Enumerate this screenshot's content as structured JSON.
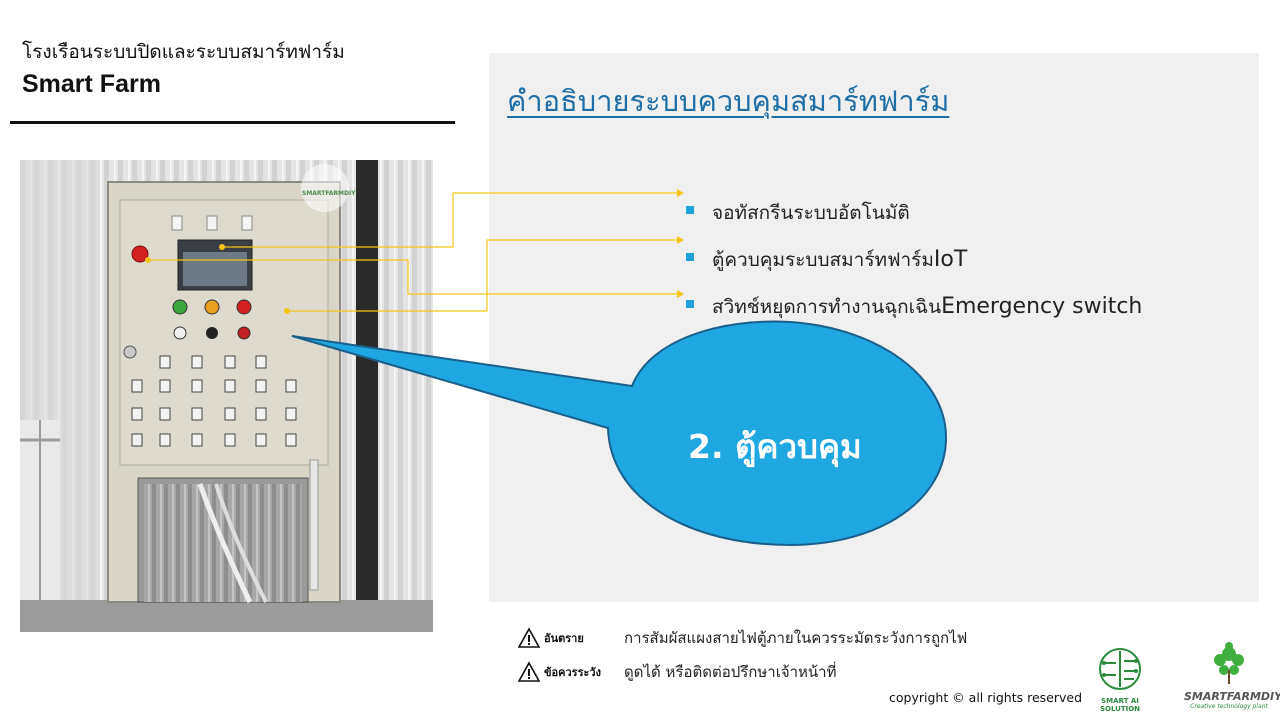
{
  "header": {
    "subtitle": "โรงเรือนระบบปิดและระบบสมาร์ทฟาร์ม",
    "title": "Smart Farm"
  },
  "photo": {
    "watermark_text": "SMARTFARMDIY"
  },
  "panel": {
    "heading": "คำอธิบายระบบควบคุมสมาร์ทฟาร์ม",
    "bullets": [
      {
        "th": "จอทัสกรีนระบบอัตโนมัติ",
        "en": ""
      },
      {
        "th": "ตู้ควบคุมระบบสมาร์ทฟาร์ม ",
        "en": "IoT"
      },
      {
        "th": "สวิทช์หยุดการทำงานฉุกเฉิน ",
        "en": "Emergency switch"
      }
    ],
    "callout": "2. ตู้ควบคุม"
  },
  "warnings": [
    {
      "label": "อันตราย",
      "text": "การสัมผัสแผงสายไฟตู้ภายในควรระมัดระวังการถูกไฟ"
    },
    {
      "label": "ข้อควรระวัง",
      "text": "ดูดได้ หรือติดต่อปรึกษาเจ้าหน้าที่"
    }
  ],
  "footer": {
    "copyright": "copyright © all rights reserved",
    "logo1_caption": "SMART AI SOLUTION",
    "logo2_name": "SMARTFARMDIY",
    "logo2_tagline": "Creative technology plant"
  },
  "colors": {
    "heading": "#1f6ea8",
    "bullet": "#1ea2d8",
    "connector": "#f5c518",
    "callout_fill": "#1ea7e1",
    "callout_stroke": "#1a5f8a",
    "panel_bg": "#f0f0f0"
  }
}
